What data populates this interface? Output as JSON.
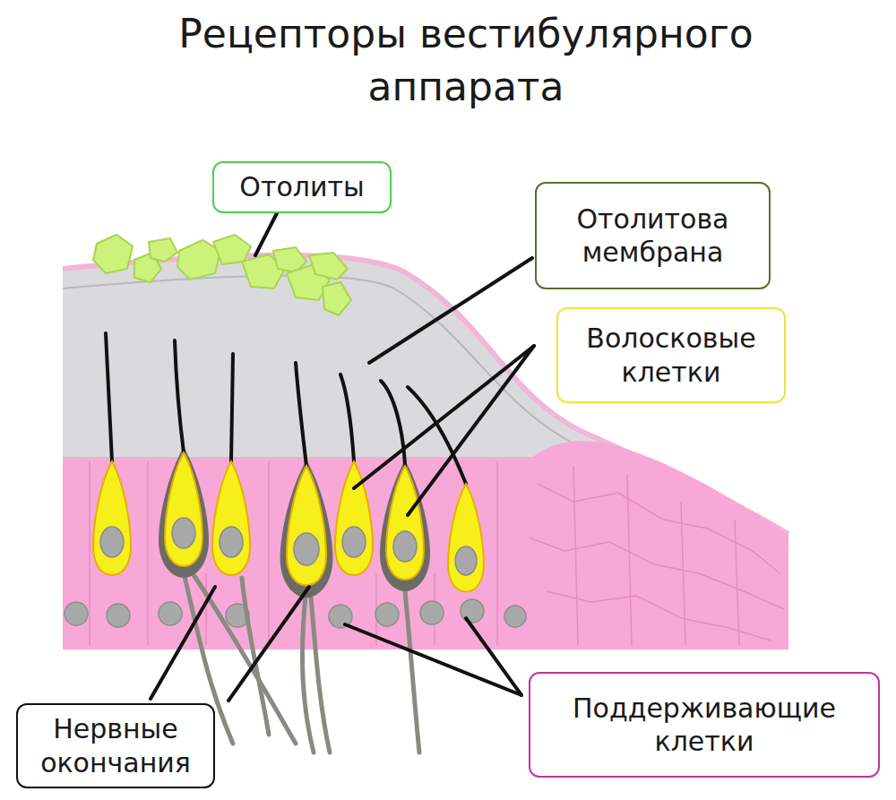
{
  "diagram": {
    "title": "Рецепторы вестибулярного аппарата",
    "nodes": [
      {
        "text": [
          "Отолиты"
        ]
      },
      {
        "text": [
          "Отолитова мембрана"
        ]
      },
      {
        "text": [
          "Волосковые клетки"
        ]
      },
      {
        "text": [
          "Нервные окончания"
        ]
      },
      {
        "text": [
          "Поддерживающие клетки"
        ]
      }
    ]
  }
}
